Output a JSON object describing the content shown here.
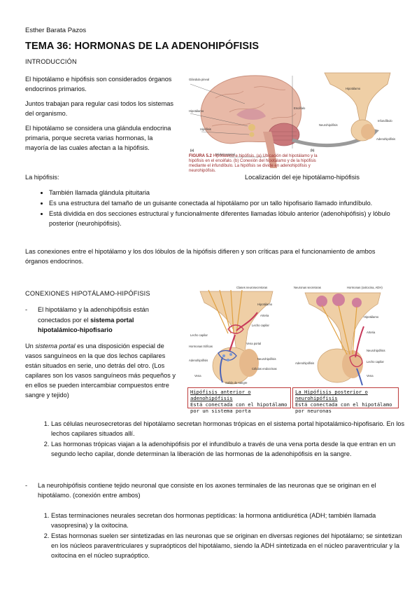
{
  "author": "Esther Barata Pazos",
  "title": "TEMA 36: HORMONAS DE LA ADENOHIPÓFISIS",
  "intro": {
    "heading": "INTRODUCCIÓN",
    "paragraphs": [
      "El hipotálamo e hipófisis son considerados órganos endocrinos primarios.",
      "Juntos trabajan para regular casi todos los sistemas del organismo.",
      "El hipotálamo se considera una glándula endocrina primaria, porque secreta varias hormonas, la mayoría de las cuales afectan a la hipófisis."
    ]
  },
  "figure1": {
    "labels": {
      "pineal": "Glándula pineal",
      "hipotalamo": "Hipotálamo",
      "hipofisis": "Hipófisis",
      "medula": "Médula espinal",
      "encefalo": "Encéfalo",
      "neurohipofisis": "Neurohipófisis",
      "infundibulo": "Infundíbulo",
      "adenohipofisis": "Adenohipófisis",
      "hipotalamo_b": "Hipotálamo",
      "panel_a": "(a)",
      "panel_b": "(b)"
    },
    "caption_bold": "FIGURA 5.2",
    "caption_text": "Hipotálamo e hipófisis. (a) Ubicación del hipotálamo y la hipófisis en el encéfalo. (b) Conexión del hipotálamo y de la hipófisis mediante el infundíbulo. La hipófisis se divide en adenohipófisis y neurohipófisis."
  },
  "hipofisis_label": "La hipófisis:",
  "localizacion_label": "Localización del eje hipotálamo-hipófisis",
  "bullets": [
    "También llamada glándula pituitaria",
    "Es una estructura del tamaño de un guisante conectada al hipotálamo por un tallo hipofisario llamado infundíbulo.",
    "Está dividida en dos secciones estructural y funcionalmente diferentes llamadas lóbulo anterior (adenohipófisis) y lóbulo posterior (neurohipófisis)."
  ],
  "conexiones_paragraph": "Las conexiones entre el hipotálamo y los dos lóbulos de la hipófisis difieren y son críticas para el funcionamiento de ambos órganos endocrinos.",
  "conexiones": {
    "heading": "CONEXIONES HIPOTÁLAMO-HIPÓFISIS",
    "dash_text": "El hipotálamo y la adenohipófisis están conectados por el",
    "dash_bold": "sistema portal hipotalámico-hipofisario",
    "portal_prefix": "Un",
    "portal_italic": "sistema portal",
    "portal_rest": "es una disposición especial de vasos sanguíneos en la que dos lechos capilares están situados en serie, uno detrás del otro. (Los capilares son los vasos sanguíneos más pequeños y en ellos se pueden intercambiar compuestos entre sangre y tejido)"
  },
  "figure2": {
    "labels_left": {
      "clases": "Clases neurosecretoras",
      "hipotalamo": "Hipotálamo",
      "arteria": "Arteria",
      "lecho1": "Lecho capilar",
      "hormonas": "Hormonas tróficas",
      "vena": "Vena portal",
      "lecho2": "Lecho capilar",
      "adenohipofisis": "Adenohipófisis",
      "celulas": "Células endocrinas",
      "neurohipofisis": "Neurohipófisis",
      "vena2": "Vena",
      "salida": "Salida de sangre"
    },
    "labels_right": {
      "neuronas": "Neuronas secretoras",
      "hormonas": "Hormonas (oxitocina, ADH)",
      "hipotalamo": "Hipotálamo",
      "arteria": "Arteria",
      "neurohipofisis": "Neurohipófisis",
      "lecho": "Lecho capilar",
      "vena": "Vena",
      "adenohipofisis": "Adenohipófisis"
    },
    "caption_left_title": "Hipófisis anterior o adenohipófisis",
    "caption_left_text": "Está conectada con el hipotálamo por un sistema porta",
    "caption_right_title": "La Hipófisis posterior o neurohipófisis",
    "caption_right_text": "Está conectada con el hipotálamo por neuronas"
  },
  "steps1": [
    "Las células neurosecretoras del hipotálamo secretan hormonas trópicas en el sistema portal hipotalámico-hipofisario. En los lechos capilares situados allí.",
    "Las hormonas trópicas viajan a la adenohipófisis por el infundíbulo a través de una vena porta desde la que entran en un segundo lecho capilar, donde determinan la liberación de las hormonas de la adenohipófisis en la sangre."
  ],
  "neuro_paragraph": "La neurohipófisis contiene tejido neuronal que consiste en los axones terminales de las neuronas que se originan en el hipotálamo. (conexión entre ambos)",
  "steps2": [
    "Estas terminaciones neurales secretan dos hormonas peptídicas: la hormona antidiurética (ADH; también llamada vasopresina) y la oxitocina.",
    "Estas hormonas suelen ser sintetizadas en las neuronas que se originan en diversas regiones del hipotálamo; se sintetizan en los núcleos paraventriculares y supraópticos del hipotálamo, siendo la ADH sintetizada en el núcleo paraventricular y la oxitocina en el núcleo supraóptico."
  ],
  "colors": {
    "text": "#111111",
    "caption_border": "#bd3b3b",
    "brain": "#e6b8a6",
    "pituitary": "#efcfa6",
    "artery": "#c8395a",
    "vein": "#4b63b8"
  }
}
